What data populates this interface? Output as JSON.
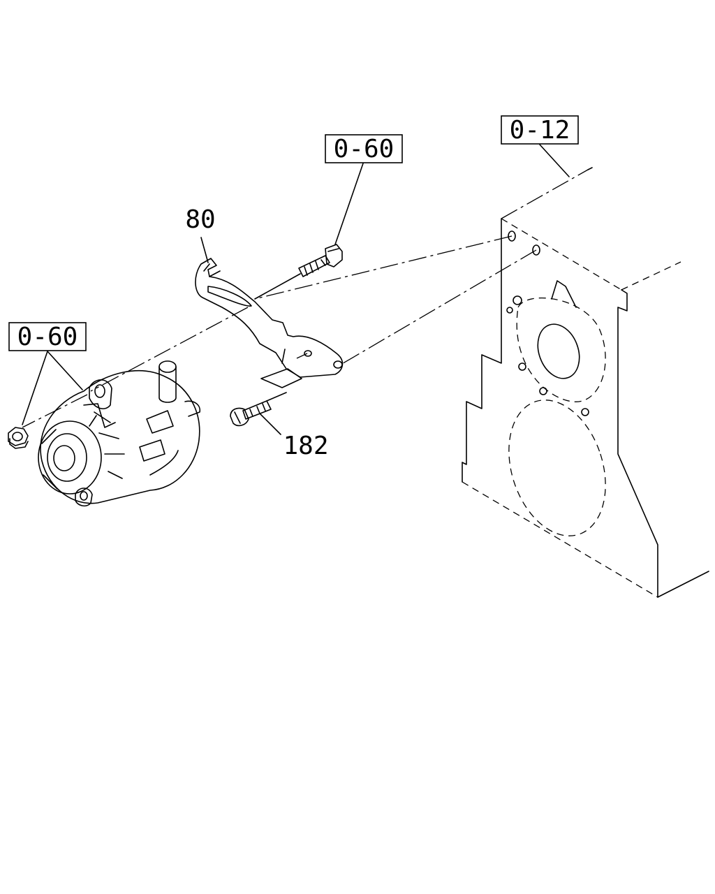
{
  "labels": {
    "ref_top_right": "0-12",
    "ref_top_center": "0-60",
    "ref_left": "0-60",
    "part_bracket": "80",
    "part_bolt": "182"
  }
}
